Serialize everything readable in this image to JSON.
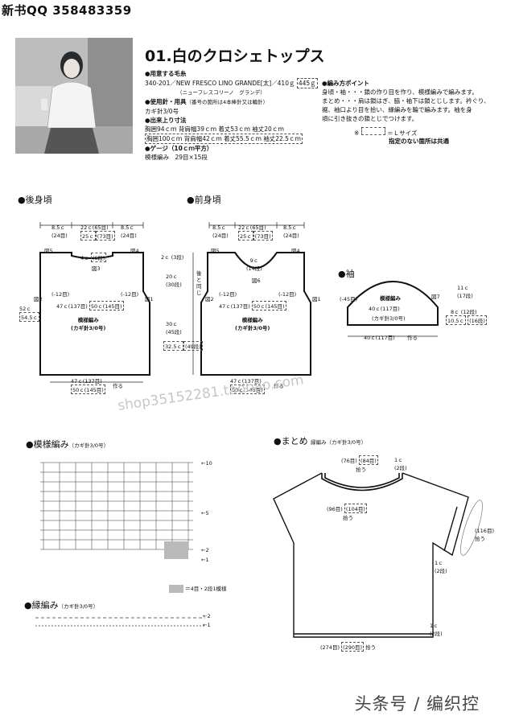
{
  "header": {
    "qq": "新书QQ 358483359"
  },
  "title": "01.白のクロシェトップス",
  "materials": {
    "yarn_heading": "●用意する毛糸",
    "yarn_line": "340-201／NEW FRESCO LINO GRANDE[太]／410ｇ",
    "yarn_weight_l": "445ｇ",
    "yarn_reading": "（ニューフレスコリーノ　グランデ）",
    "needle_heading": "●使用針・用具",
    "needle_note": "（番号の箇所は4本棒針又は輪針）",
    "needle_value": "カギ針3/0号",
    "size_heading": "●出来上り寸法",
    "size_line1": "胸囲94ｃｍ 背肩幅39ｃｍ 着丈53ｃｍ 袖丈20ｃｍ",
    "size_line2": "胸囲100ｃｍ 背肩幅42ｃｍ 着丈55.5ｃｍ 袖丈22.5ｃｍ",
    "gauge_heading": "●ゲージ（10ｃｍ平方）",
    "gauge_value": "模様編み　29目×15段"
  },
  "notes": {
    "heading": "●編み方ポイント",
    "lines": [
      "身頃・袖・・・鎖の作り目を作り、模様編みで編みます。",
      "まとめ・・・肩は鎖はぎ、脇・袖下は鎖とじします。衿ぐり、",
      "裾、袖口より目を拾い、縁編みを輪で編みます。袖を身",
      "頃に引き抜きの鎖とじでつけます。"
    ],
    "legend_mark": "※",
    "legend_l": "＝Ｌサイズ",
    "legend_common": "指定のない箇所は共通"
  },
  "back": {
    "heading": "●後身頃",
    "top_left": "8.5ｃ",
    "top_left_st": "(24目)",
    "top_mid": "22ｃ",
    "top_mid_st": "(65目)",
    "top_mid_l": "25ｃ",
    "top_mid_l_st": "(73目)",
    "top_right": "8.5ｃ",
    "top_right_st": "(24目)",
    "neck": "4ｃ",
    "neck_rows": "(6段)",
    "fig3": "図3",
    "fig4": "図4",
    "fig5": "図5",
    "fig1": "図1",
    "fig2": "図2",
    "dec_left": "(-12目)",
    "dec_right": "(-12目)",
    "width_label": "47ｃ(137目)",
    "width_label_l": "50ｃ(145目)",
    "pattern": "模様編み",
    "hook": "(カギ針3/0号)",
    "len": "52ｃ",
    "len_l": "54.5ｃ",
    "bottom": "47ｃ(137目)",
    "bottom_l": "50ｃ(145目)",
    "make": "作る"
  },
  "front": {
    "heading": "●前身頃",
    "top_left": "8.5ｃ",
    "top_left_st": "(24目)",
    "top_mid": "22ｃ",
    "top_mid_st": "(65目)",
    "top_mid_l": "25ｃ",
    "top_mid_l_st": "(73目)",
    "top_right": "8.5ｃ",
    "top_right_st": "(24目)",
    "side1": "2ｃ",
    "side1_rows": "(3段)",
    "side2": "20ｃ",
    "side2_rows": "(30段)",
    "side3": "30ｃ",
    "side3_rows": "(45段)",
    "side4": "32.5ｃ",
    "side4_rows": "(49段)",
    "same_as_back": "後と同じ",
    "neck_depth": "9ｃ",
    "neck_rows": "(14段)",
    "fig6": "図6",
    "fig5": "図5",
    "fig4": "図4",
    "fig2": "図2",
    "fig1": "図1",
    "dec_left": "(-12目)",
    "dec_right": "(-12目)",
    "width_label": "47ｃ(137目)",
    "width_label_l": "50ｃ(145目)",
    "pattern": "模様編み",
    "hook": "(カギ針3/0号)",
    "bottom": "47ｃ(137目)",
    "bottom_l": "50ｃ(145目)",
    "make": "作る"
  },
  "sleeve": {
    "heading": "●袖",
    "pattern": "模様編み",
    "dec": "(-45目)",
    "fig7": "図7",
    "width": "40ｃ(117目)",
    "hook": "(カギ針3/0号)",
    "cap": "11ｃ",
    "cap_rows": "(17段)",
    "body": "8ｃ",
    "body_rows": "(12段)",
    "body_l": "10.5ｃ",
    "body_l_rows": "(16段)",
    "bottom": "40ｃ(117目)",
    "make": "作る"
  },
  "watermark": "shop35152281.taobao.com",
  "stitch_chart": {
    "heading": "●模様編み",
    "hook": "（カギ針3/0号）",
    "row_labels": [
      "←10",
      "←5",
      "←2",
      "←1"
    ],
    "legend": "＝4目・2段1模様"
  },
  "edging": {
    "heading": "●縁編み",
    "hook": "（カギ針3/0号）",
    "row_labels": [
      "←2",
      "←1"
    ]
  },
  "finishing": {
    "heading": "●まとめ",
    "subtitle": "縁編み（カギ針3/0号）",
    "neck_top": "(76目)",
    "neck_top_l": "(84目)",
    "pick": "拾う",
    "neck_side": "1ｃ",
    "neck_side_rows": "(2段)",
    "neck_front": "(96目)",
    "neck_front_l": "(104目)",
    "cuff": "(116目)",
    "cuff_pick": "拾う",
    "cuff_side": "1ｃ",
    "cuff_side_rows": "(2段)",
    "hem_side": "1ｃ",
    "hem_side_rows": "(2段)",
    "hem": "(274目)",
    "hem_l": "(290目)",
    "hem_pick": "拾う"
  },
  "footer": "头条号 / 编织控"
}
